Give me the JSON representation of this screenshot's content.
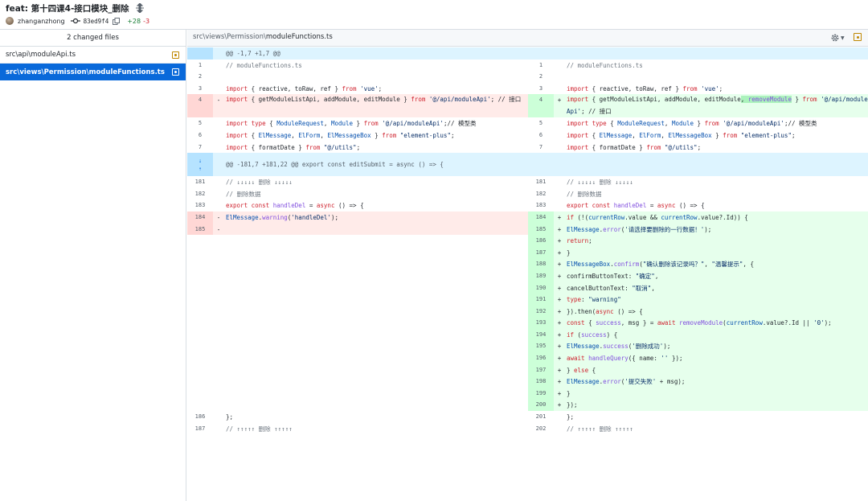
{
  "header": {
    "title": "feat: 第十四课4-接口模块_删除",
    "author": "zhanganzhong",
    "sha": "83ed9f4",
    "additions": "+28",
    "deletions": "-3"
  },
  "sidebar": {
    "changed_files_label": "2 changed files",
    "files": [
      {
        "name": "src\\api\\moduleApi.ts",
        "active": false
      },
      {
        "name": "src\\views\\Permission\\moduleFunctions.ts",
        "active": true
      }
    ]
  },
  "diff": {
    "path_prefix": "src\\views\\Permission\\",
    "file_name": "moduleFunctions.ts",
    "hunk1": "@@ -1,7 +1,7 @@",
    "hunk2": "@@ -181,7 +181,22 @@ export const editSubmit = async () => {",
    "rows": [
      {
        "lnL": "1",
        "cL": "// moduleFunctions.ts",
        "lnR": "1",
        "cR": "// moduleFunctions.ts",
        "t": "ctx"
      },
      {
        "lnL": "2",
        "cL": "",
        "lnR": "2",
        "cR": "",
        "t": "ctx"
      },
      {
        "lnL": "3",
        "cL": "import { reactive, toRaw, ref } from 'vue';",
        "lnR": "3",
        "cR": "import { reactive, toRaw, ref } from 'vue';",
        "t": "ctx"
      },
      {
        "lnL": "4",
        "cL": "import { getModuleListApi, addModule, editModule } from '@/api/moduleApi'; // 接口",
        "lnR": "4",
        "cR": "import { getModuleListApi, addModule, editModule, removeModule } from '@/api/moduleApi'; // 接口",
        "t": "chg"
      },
      {
        "lnL": "5",
        "cL": "import type { ModuleRequest, Module } from '@/api/moduleApi';// 模型类",
        "lnR": "5",
        "cR": "import type { ModuleRequest, Module } from '@/api/moduleApi';// 模型类",
        "t": "ctx"
      },
      {
        "lnL": "6",
        "cL": "import { ElMessage, ElForm, ElMessageBox } from \"element-plus\";",
        "lnR": "6",
        "cR": "import { ElMessage, ElForm, ElMessageBox } from \"element-plus\";",
        "t": "ctx"
      },
      {
        "lnL": "7",
        "cL": "import { formatDate } from \"@/utils\";",
        "lnR": "7",
        "cR": "import { formatDate } from \"@/utils\";",
        "t": "ctx"
      }
    ],
    "rows2": [
      {
        "lnL": "181",
        "cL": "// ↓↓↓↓↓ 删除 ↓↓↓↓↓",
        "lnR": "181",
        "cR": "// ↓↓↓↓↓ 删除 ↓↓↓↓↓",
        "t": "ctx"
      },
      {
        "lnL": "182",
        "cL": "// 删除数据",
        "lnR": "182",
        "cR": "// 删除数据",
        "t": "ctx"
      },
      {
        "lnL": "183",
        "cL": "export const handleDel = async () => {",
        "lnR": "183",
        "cR": "export const handleDel = async () => {",
        "t": "ctx"
      },
      {
        "lnL": "184",
        "cL": "    ElMessage.warning('handleDel');",
        "lnR": "184",
        "cR": "    if (!(currentRow.value && currentRow.value?.Id)) {",
        "t": "chg"
      },
      {
        "lnL": "185",
        "cL": "",
        "lnR": "185",
        "cR": "        ElMessage.error('请选择要删除的一行数据！');",
        "t": "chg"
      },
      {
        "lnL": "",
        "cL": "",
        "lnR": "186",
        "cR": "        return;",
        "t": "add"
      },
      {
        "lnL": "",
        "cL": "",
        "lnR": "187",
        "cR": "    }",
        "t": "add"
      },
      {
        "lnL": "",
        "cL": "",
        "lnR": "188",
        "cR": "    ElMessageBox.confirm(\"确认删除该记录吗？\", \"温馨提示\", {",
        "t": "add"
      },
      {
        "lnL": "",
        "cL": "",
        "lnR": "189",
        "cR": "        confirmButtonText: \"确定\",",
        "t": "add"
      },
      {
        "lnL": "",
        "cL": "",
        "lnR": "190",
        "cR": "        cancelButtonText: \"取消\",",
        "t": "add"
      },
      {
        "lnL": "",
        "cL": "",
        "lnR": "191",
        "cR": "        type: \"warning\"",
        "t": "add"
      },
      {
        "lnL": "",
        "cL": "",
        "lnR": "192",
        "cR": "    }).then(async () => {",
        "t": "add"
      },
      {
        "lnL": "",
        "cL": "",
        "lnR": "193",
        "cR": "        const { success, msg } = await removeModule(currentRow.value?.Id || '0');",
        "t": "add"
      },
      {
        "lnL": "",
        "cL": "",
        "lnR": "194",
        "cR": "        if (success) {",
        "t": "add"
      },
      {
        "lnL": "",
        "cL": "",
        "lnR": "195",
        "cR": "            ElMessage.success('删除成功');",
        "t": "add"
      },
      {
        "lnL": "",
        "cL": "",
        "lnR": "196",
        "cR": "            await handleQuery({ name: '' });",
        "t": "add"
      },
      {
        "lnL": "",
        "cL": "",
        "lnR": "197",
        "cR": "        } else {",
        "t": "add"
      },
      {
        "lnL": "",
        "cL": "",
        "lnR": "198",
        "cR": "            ElMessage.error('提交失败' + msg);",
        "t": "add"
      },
      {
        "lnL": "",
        "cL": "",
        "lnR": "199",
        "cR": "        }",
        "t": "add"
      },
      {
        "lnL": "",
        "cL": "",
        "lnR": "200",
        "cR": "    });",
        "t": "add"
      },
      {
        "lnL": "186",
        "cL": "};",
        "lnR": "201",
        "cR": "};",
        "t": "ctx"
      },
      {
        "lnL": "187",
        "cL": "// ↑↑↑↑↑ 删除 ↑↑↑↑↑",
        "lnR": "202",
        "cR": "// ↑↑↑↑↑ 删除 ↑↑↑↑↑",
        "t": "ctx"
      }
    ]
  }
}
